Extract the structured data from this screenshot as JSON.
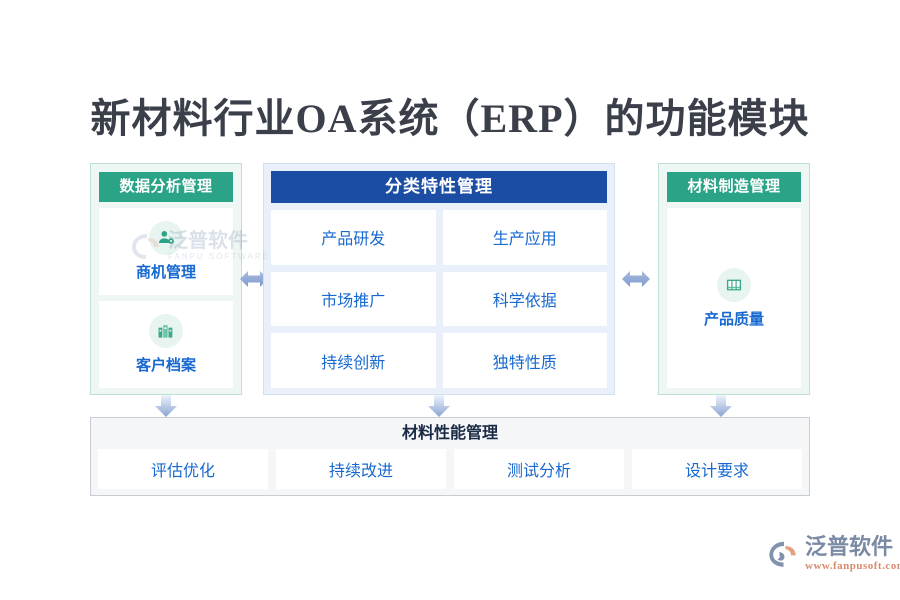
{
  "title": "新材料行业OA系统（ERP）的功能模块",
  "colors": {
    "title_text": "#3a3f4a",
    "green_header": "#2ba387",
    "blue_header": "#1a4da3",
    "link_blue": "#1769d0",
    "green_panel_bg": "#eef7f3",
    "blue_panel_bg": "#eaf0f9",
    "bottom_panel_bg": "#f4f6f8",
    "arrow_blue": "#8fa8d4"
  },
  "left_panel": {
    "header": "数据分析管理",
    "items": [
      {
        "label": "商机管理",
        "icon": "user-gear-icon"
      },
      {
        "label": "客户档案",
        "icon": "archive-books-icon"
      }
    ]
  },
  "center_panel": {
    "header": "分类特性管理",
    "items": [
      {
        "label": "产品研发"
      },
      {
        "label": "生产应用"
      },
      {
        "label": "市场推广"
      },
      {
        "label": "科学依据"
      },
      {
        "label": "持续创新"
      },
      {
        "label": "独特性质"
      }
    ]
  },
  "right_panel": {
    "header": "材料制造管理",
    "items": [
      {
        "label": "产品质量",
        "icon": "file-cabinet-icon"
      }
    ]
  },
  "bottom_panel": {
    "title": "材料性能管理",
    "items": [
      {
        "label": "评估优化"
      },
      {
        "label": "持续改进"
      },
      {
        "label": "测试分析"
      },
      {
        "label": "设计要求"
      }
    ]
  },
  "connectors": {
    "horizontal": [
      {
        "name": "left-to-center",
        "icon": "double-arrow-horizontal-icon"
      },
      {
        "name": "center-to-right",
        "icon": "double-arrow-horizontal-icon"
      }
    ],
    "vertical": [
      {
        "name": "left-to-bottom",
        "icon": "arrow-down-icon"
      },
      {
        "name": "center-to-bottom",
        "icon": "arrow-down-icon"
      },
      {
        "name": "right-to-bottom",
        "icon": "arrow-down-icon"
      }
    ]
  },
  "watermark": {
    "cn": "泛普软件",
    "en": "FANPU SOFTWARE"
  },
  "logo": {
    "cn": "泛普软件",
    "url": "www.fanpusoft.com"
  }
}
